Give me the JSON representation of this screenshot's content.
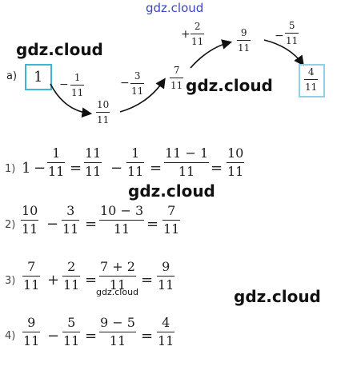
{
  "watermarks": {
    "top": "gdz.cloud",
    "left": "gdz.cloud",
    "mid_top": "gdz.cloud",
    "mid": "gdz.cloud",
    "small": "gdz.cloud",
    "right": "gdz.cloud"
  },
  "chain": {
    "label": "а)",
    "start": "1",
    "steps": [
      {
        "op": "−",
        "num": "1",
        "den": "11"
      },
      {
        "op": "−",
        "num": "3",
        "den": "11"
      },
      {
        "op": "+",
        "num": "2",
        "den": "11"
      },
      {
        "op": "−",
        "num": "5",
        "den": "11"
      }
    ],
    "results": [
      {
        "num": "10",
        "den": "11"
      },
      {
        "num": "7",
        "den": "11"
      },
      {
        "num": "9",
        "den": "11"
      },
      {
        "num": "4",
        "den": "11"
      }
    ]
  },
  "solutions": [
    {
      "label": "1)",
      "lead": "1",
      "terms": [
        "−",
        {
          "num": "1",
          "den": "11"
        },
        "=",
        {
          "num": "11",
          "den": "11"
        },
        "−",
        {
          "num": "1",
          "den": "11"
        },
        "=",
        {
          "num": "11 − 1",
          "den": "11"
        },
        "=",
        {
          "num": "10",
          "den": "11"
        }
      ]
    },
    {
      "label": "2)",
      "terms": [
        {
          "num": "10",
          "den": "11"
        },
        "−",
        {
          "num": "3",
          "den": "11"
        },
        "=",
        {
          "num": "10 − 3",
          "den": "11"
        },
        "=",
        {
          "num": "7",
          "den": "11"
        }
      ]
    },
    {
      "label": "3)",
      "terms": [
        {
          "num": "7",
          "den": "11"
        },
        "+",
        {
          "num": "2",
          "den": "11"
        },
        "=",
        {
          "num": "7 + 2",
          "den": "11"
        },
        "=",
        {
          "num": "9",
          "den": "11"
        }
      ]
    },
    {
      "label": "4)",
      "terms": [
        {
          "num": "9",
          "den": "11"
        },
        "−",
        {
          "num": "5",
          "den": "11"
        },
        "=",
        {
          "num": "9 − 5",
          "den": "11"
        },
        "=",
        {
          "num": "4",
          "den": "11"
        }
      ]
    }
  ]
}
